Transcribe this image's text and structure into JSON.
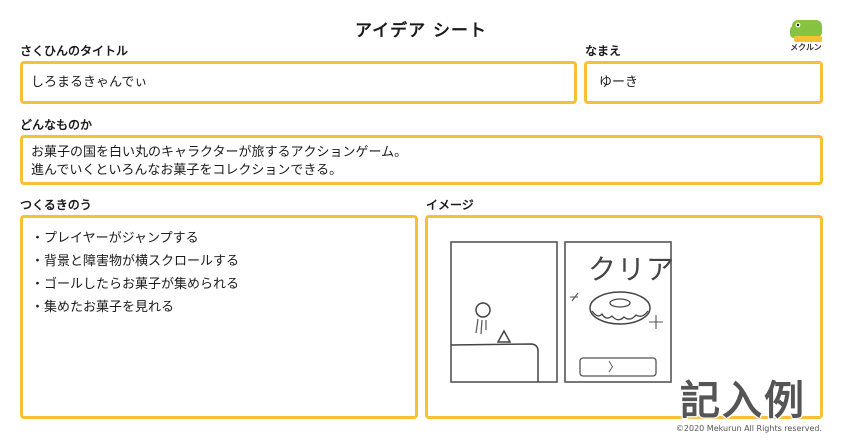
{
  "title": "アイデア シート",
  "logo": {
    "text": "メクルン"
  },
  "work_title": {
    "label": "さくひんのタイトル",
    "value": "しろまるきゃんでぃ"
  },
  "name": {
    "label": "なまえ",
    "value": "ゆーき"
  },
  "description": {
    "label": "どんなものか",
    "line1": "お菓子の国を白い丸のキャラクターが旅するアクションゲーム。",
    "line2": "進んでいくといろんなお菓子をコレクションできる。"
  },
  "features": {
    "label": "つくるきのう",
    "items": [
      "・プレイヤーがジャンプする",
      "・背景と障害物が横スクロールする",
      "・ゴールしたらお菓子が集められる",
      "・集めたお菓子を見れる"
    ]
  },
  "image": {
    "label": "イメージ",
    "clear_text": "クリア",
    "button_glyph": "〉"
  },
  "stamp": "記入例",
  "copyright": "©2020 Mekurun All Rights reserved.",
  "colors": {
    "accent": "#f6c135",
    "logo_green": "#86c440"
  }
}
